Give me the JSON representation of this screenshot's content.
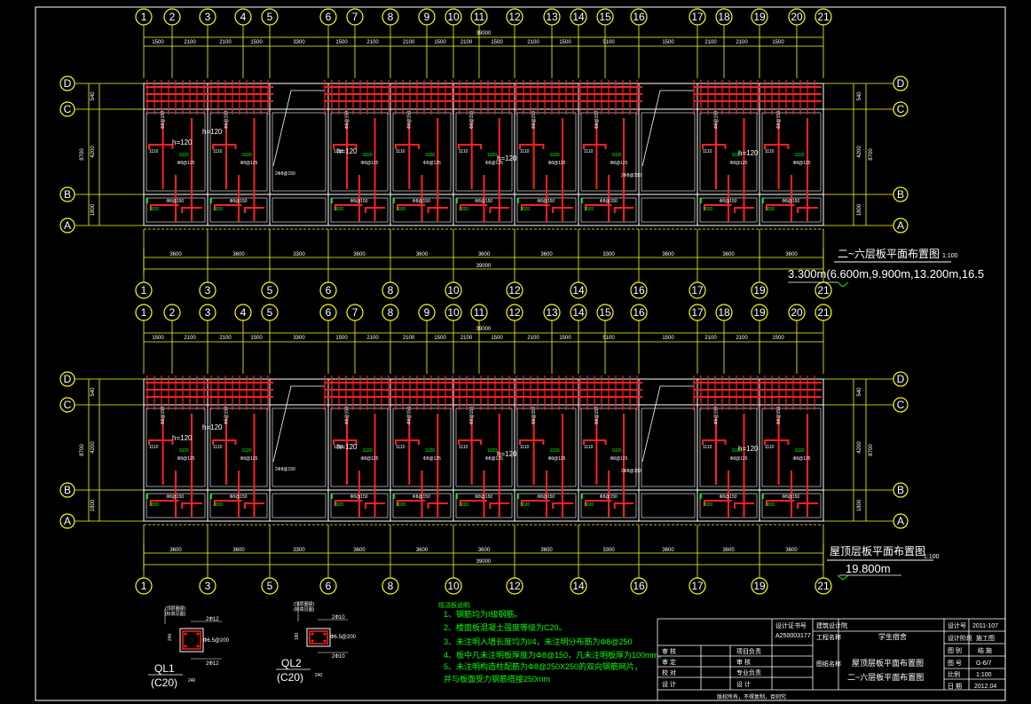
{
  "colors": {
    "background": "#000000",
    "axis": "#ffff00",
    "rebar": "#ff2020",
    "wall": "#ffffff",
    "note": "#00ff00",
    "frame": "#ffffff"
  },
  "top_axes": [
    "1",
    "2",
    "3",
    "4",
    "5",
    "6",
    "7",
    "8",
    "9",
    "10",
    "11",
    "12",
    "13",
    "14",
    "15",
    "16",
    "17",
    "18",
    "19",
    "20",
    "21"
  ],
  "bottom_axes": [
    "1",
    "3",
    "5",
    "6",
    "8",
    "10",
    "12",
    "14",
    "16",
    "17",
    "19",
    "21"
  ],
  "row_axes": [
    "D",
    "C",
    "B",
    "A"
  ],
  "top_dims": [
    "1500",
    "2100",
    "2100",
    "1500",
    "3300",
    "1500",
    "2100",
    "2100",
    "1500",
    "2100",
    "1500",
    "2100",
    "1500",
    "5100",
    "1500",
    "2100",
    "2100",
    "1500"
  ],
  "top_total": "39000",
  "bottom_dims": [
    "3600",
    "3600",
    "3300",
    "3600",
    "3600",
    "3600",
    "3600",
    "3300",
    "3600",
    "3600",
    "3600"
  ],
  "bottom_total": "39000",
  "left_dims": [
    "540",
    "4200",
    "1800"
  ],
  "left_total": "8700",
  "right_dims": [
    "540",
    "4200",
    "1800"
  ],
  "right_total": "8700",
  "rebar_labels": {
    "a": "Ф8@150",
    "b": "Ф8@125",
    "c": "1110",
    "d": "1020",
    "e": "h=120",
    "f": "Ф8@150",
    "g": "2Ф8@150"
  },
  "plan1": {
    "title": "二~六层板平面布置图",
    "scale": "1:100",
    "elevation": "3.300m(6.600m,9.900m,13.200m,16.5"
  },
  "plan2": {
    "title": "屋顶层板平面布置图",
    "scale": "1:100",
    "elevation": "19.800m"
  },
  "sections": {
    "ql1": {
      "name": "QL1",
      "grade": "(C20)",
      "top": "2Ф12",
      "bottom": "2Ф12",
      "stir": "Ф6.5@200",
      "w": "240",
      "h": "240",
      "ann": [
        "(顶层圈梁)",
        "(标高见图)"
      ]
    },
    "ql2": {
      "name": "QL2",
      "grade": "(C20)",
      "top": "2Ф10",
      "bottom": "2Ф10",
      "stir": "Ф6.5@200",
      "w": "240",
      "h": "180",
      "ann": [
        "(顶层圈梁)",
        "(标高见图)"
      ]
    }
  },
  "notes": {
    "title": "现浇板说明:",
    "items": [
      "1、钢筋均为I级钢筋。",
      "2、楼面板混凝土强度等级为C20。",
      "3、未注明入墙长度均为l/4，未注明分布筋为Ф8@250",
      "4、板中凡未注明板厚度为Ф8@150，凡未注明板厚为100mm。",
      "5、未注明构造柱配筋为Ф8@250X250的双向钢筋网片，",
      "   并与板面受力钢筋搭接250mm"
    ]
  },
  "title_block": {
    "design_no_label": "设计证书号",
    "design_no": "A250003177",
    "institute": "建筑设计院",
    "project_label": "工程名称",
    "project": "学生宿舍",
    "drawing_label": "图纸名称",
    "drawing_lines": [
      "屋顶层板平面布置图",
      "二~六层板平面布置图"
    ],
    "roles": [
      "审 核",
      "审 定",
      "校 对",
      "设 计"
    ],
    "roles_right": [
      "项目负责",
      "审 核",
      "专业负责",
      "设 计"
    ],
    "design_no_right_label": "设计号",
    "design_no_right": "2011-107",
    "stage_label": "设计阶段",
    "stage": "施工图",
    "type_label": "图 别",
    "type": "结 施",
    "num_label": "图 号",
    "num": "G-6/7",
    "scale_label": "比例",
    "scale": "1:100",
    "date_label": "日 期",
    "date": "2012.04",
    "footer": "版权所有，不得复制，否则究"
  }
}
